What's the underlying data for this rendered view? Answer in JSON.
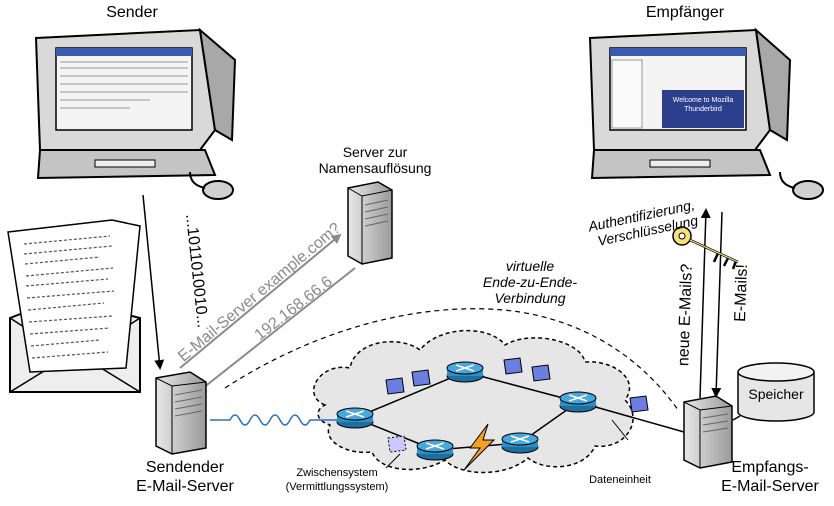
{
  "labels": {
    "sender": "Sender",
    "receiver": "Empfänger",
    "dns_server": [
      "Server zur",
      "Namensauflösung"
    ],
    "sending_server": [
      "Sendender",
      "E-Mail-Server"
    ],
    "receiving_server": [
      "Empfangs-",
      "E-Mail-Server"
    ],
    "bits": "...1011010010...",
    "dns_query": "E-Mail-Server example.com?",
    "dns_answer": "192.168.66.6",
    "e2e": [
      "virtuelle",
      "Ende-zu-Ende-",
      "Verbindung"
    ],
    "auth": [
      "Authentifizierung,",
      "Verschlüsselung"
    ],
    "new_mails": "neue E-Mails?",
    "mails": "E-Mails!",
    "storage": "Speicher",
    "intermediate": [
      "Zwischensystem",
      "(Vermittlungssystem)"
    ],
    "data_unit": "Dateneinheit",
    "receiver_screen": [
      "Welcome to Mozilla",
      "Thunderbird"
    ]
  },
  "colors": {
    "router": "#2a8fc8",
    "packet": "#6a7fe0",
    "cloud": "#e6e6e6",
    "lightning": "#f5a020",
    "dns_arrow": "#8a8a8a",
    "screen": "#2c3f8c"
  },
  "icons": [
    "computer-icon",
    "server-icon",
    "router-icon",
    "envelope-icon",
    "key-icon",
    "lightning-icon",
    "storage-icon",
    "cloud-icon"
  ]
}
